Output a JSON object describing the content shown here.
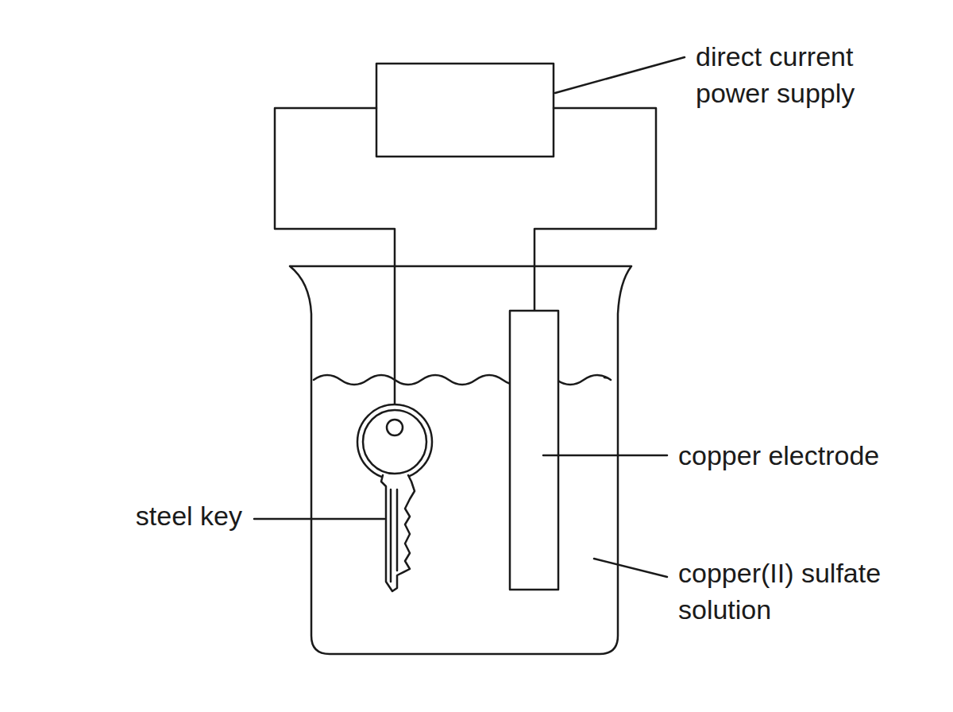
{
  "diagram": {
    "labels": [
      "direct current power supply",
      "copper electrode",
      "steel key",
      "copper(II) sulfate solution"
    ]
  }
}
